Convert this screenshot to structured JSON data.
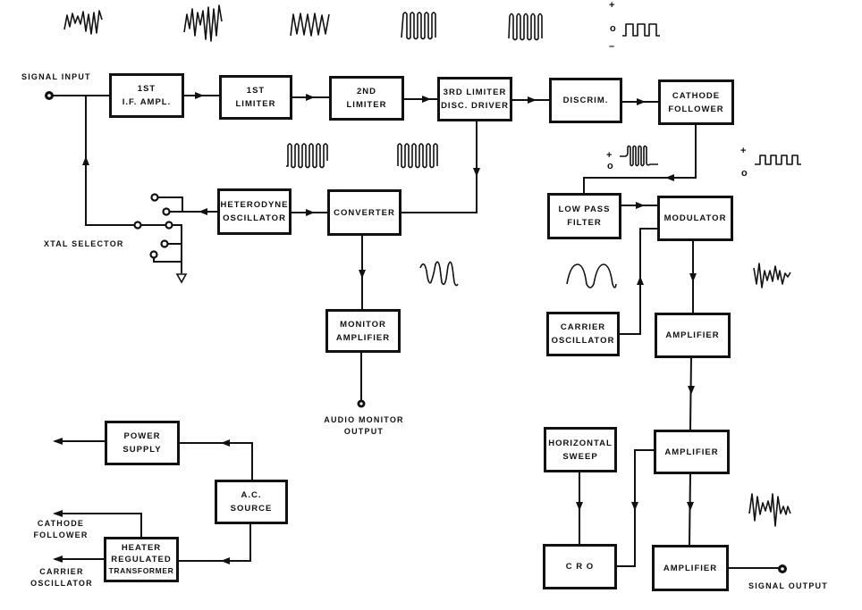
{
  "diagram": {
    "type": "block-diagram",
    "blocks": {
      "if_ampl": [
        "1ST",
        "I.F. AMPL."
      ],
      "limiter1": [
        "1ST",
        "LIMITER"
      ],
      "limiter2": [
        "2ND",
        "LIMITER"
      ],
      "limiter3": [
        "3RD LIMITER",
        "DISC. DRIVER"
      ],
      "discrim": [
        "DISCRIM."
      ],
      "cathode_follower": [
        "CATHODE",
        "FOLLOWER"
      ],
      "heterodyne": [
        "HETERODYNE",
        "OSCILLATOR"
      ],
      "converter": [
        "CONVERTER"
      ],
      "monitor_amp": [
        "MONITOR",
        "AMPLIFIER"
      ],
      "low_pass": [
        "LOW PASS",
        "FILTER"
      ],
      "modulator": [
        "MODULATOR"
      ],
      "carrier_osc": [
        "CARRIER",
        "OSCILLATOR"
      ],
      "amplifier1": [
        "AMPLIFIER"
      ],
      "amplifier2": [
        "AMPLIFIER"
      ],
      "amplifier3": [
        "AMPLIFIER"
      ],
      "horizontal_sweep": [
        "HORIZONTAL",
        "SWEEP"
      ],
      "cro": [
        "C R O"
      ],
      "power_supply": [
        "POWER",
        "SUPPLY"
      ],
      "ac_source": [
        "A.C.",
        "SOURCE"
      ],
      "heater_transformer": [
        "HEATER",
        "REGULATED",
        "TRANSFORMER"
      ]
    },
    "labels": {
      "signal_input": "SIGNAL INPUT",
      "xtal_selector": "XTAL SELECTOR",
      "audio_monitor_output": [
        "AUDIO  MONITOR",
        "OUTPUT"
      ],
      "signal_output": "SIGNAL  OUTPUT",
      "cathode_follower_out": [
        "CATHODE",
        "FOLLOWER"
      ],
      "carrier_oscillator_out": [
        "CARRIER",
        "OSCILLATOR"
      ]
    },
    "polarity_marks": {
      "plus": "+",
      "zero": "o",
      "minus": "–"
    },
    "connections": [
      [
        "signal_input",
        "if_ampl"
      ],
      [
        "if_ampl",
        "limiter1"
      ],
      [
        "limiter1",
        "limiter2"
      ],
      [
        "limiter2",
        "limiter3"
      ],
      [
        "limiter3",
        "discrim"
      ],
      [
        "discrim",
        "cathode_follower"
      ],
      [
        "limiter3",
        "converter"
      ],
      [
        "heterodyne",
        "converter"
      ],
      [
        "heterodyne",
        "xtal_selector"
      ],
      [
        "xtal_selector",
        "signal_input_line"
      ],
      [
        "converter",
        "monitor_amp"
      ],
      [
        "monitor_amp",
        "audio_monitor_output"
      ],
      [
        "cathode_follower",
        "low_pass"
      ],
      [
        "low_pass",
        "modulator"
      ],
      [
        "carrier_osc",
        "modulator"
      ],
      [
        "modulator",
        "amplifier1"
      ],
      [
        "amplifier1",
        "amplifier2"
      ],
      [
        "amplifier2",
        "amplifier3"
      ],
      [
        "amplifier2",
        "cro"
      ],
      [
        "horizontal_sweep",
        "cro"
      ],
      [
        "amplifier3",
        "signal_output"
      ],
      [
        "ac_source",
        "power_supply"
      ],
      [
        "ac_source",
        "heater_transformer"
      ],
      [
        "heater_transformer",
        "cathode_follower_out"
      ],
      [
        "heater_transformer",
        "carrier_oscillator_out"
      ]
    ]
  }
}
